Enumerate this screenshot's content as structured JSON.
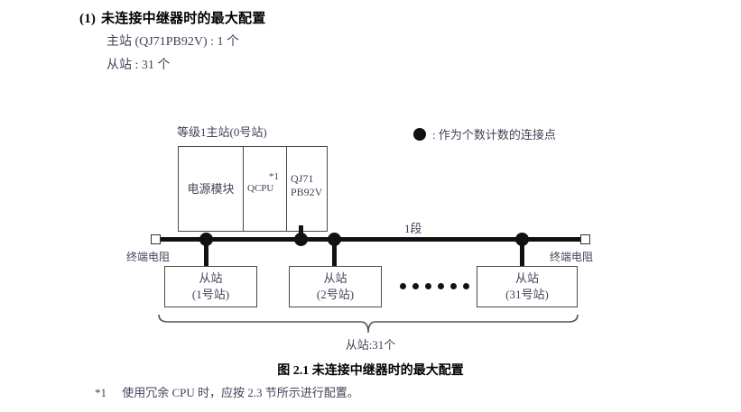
{
  "heading": {
    "number": "(1)",
    "title": "未连接中继器时的最大配置",
    "master_line": "主站 (QJ71PB92V) : 1 个",
    "slave_line": "从站 : 31 个"
  },
  "diagram": {
    "master_label": "等级1主站(0号站)",
    "module": {
      "power_label": "电源模块",
      "cpu_label": "QCPU",
      "cpu_footnote_mark": "*1",
      "network_label_line1": "QJ71",
      "network_label_line2": "PB92V"
    },
    "legend": {
      "symbol": "filled-circle",
      "text": ": 作为个数计数的连接点"
    },
    "segment_label": "1段",
    "terminator_left_label": "终端电阻",
    "terminator_right_label": "终端电阻",
    "slaves": [
      {
        "name": "从站",
        "station": "(1号站)"
      },
      {
        "name": "从站",
        "station": "(2号站)"
      },
      {
        "name": "从站",
        "station": "(31号站)"
      }
    ],
    "ellipsis_dot_count": 6,
    "brace_label": "从站:31个",
    "connection_node_count": 4,
    "colors": {
      "line": "#111111",
      "box_border": "#4a4a4a",
      "text": "#42425a",
      "heading": "#000000",
      "background": "#ffffff"
    }
  },
  "caption": "图 2.1  未连接中继器时的最大配置",
  "footnote": {
    "mark": "*1",
    "text": "使用冗余 CPU 时，应按 2.3 节所示进行配置。"
  }
}
